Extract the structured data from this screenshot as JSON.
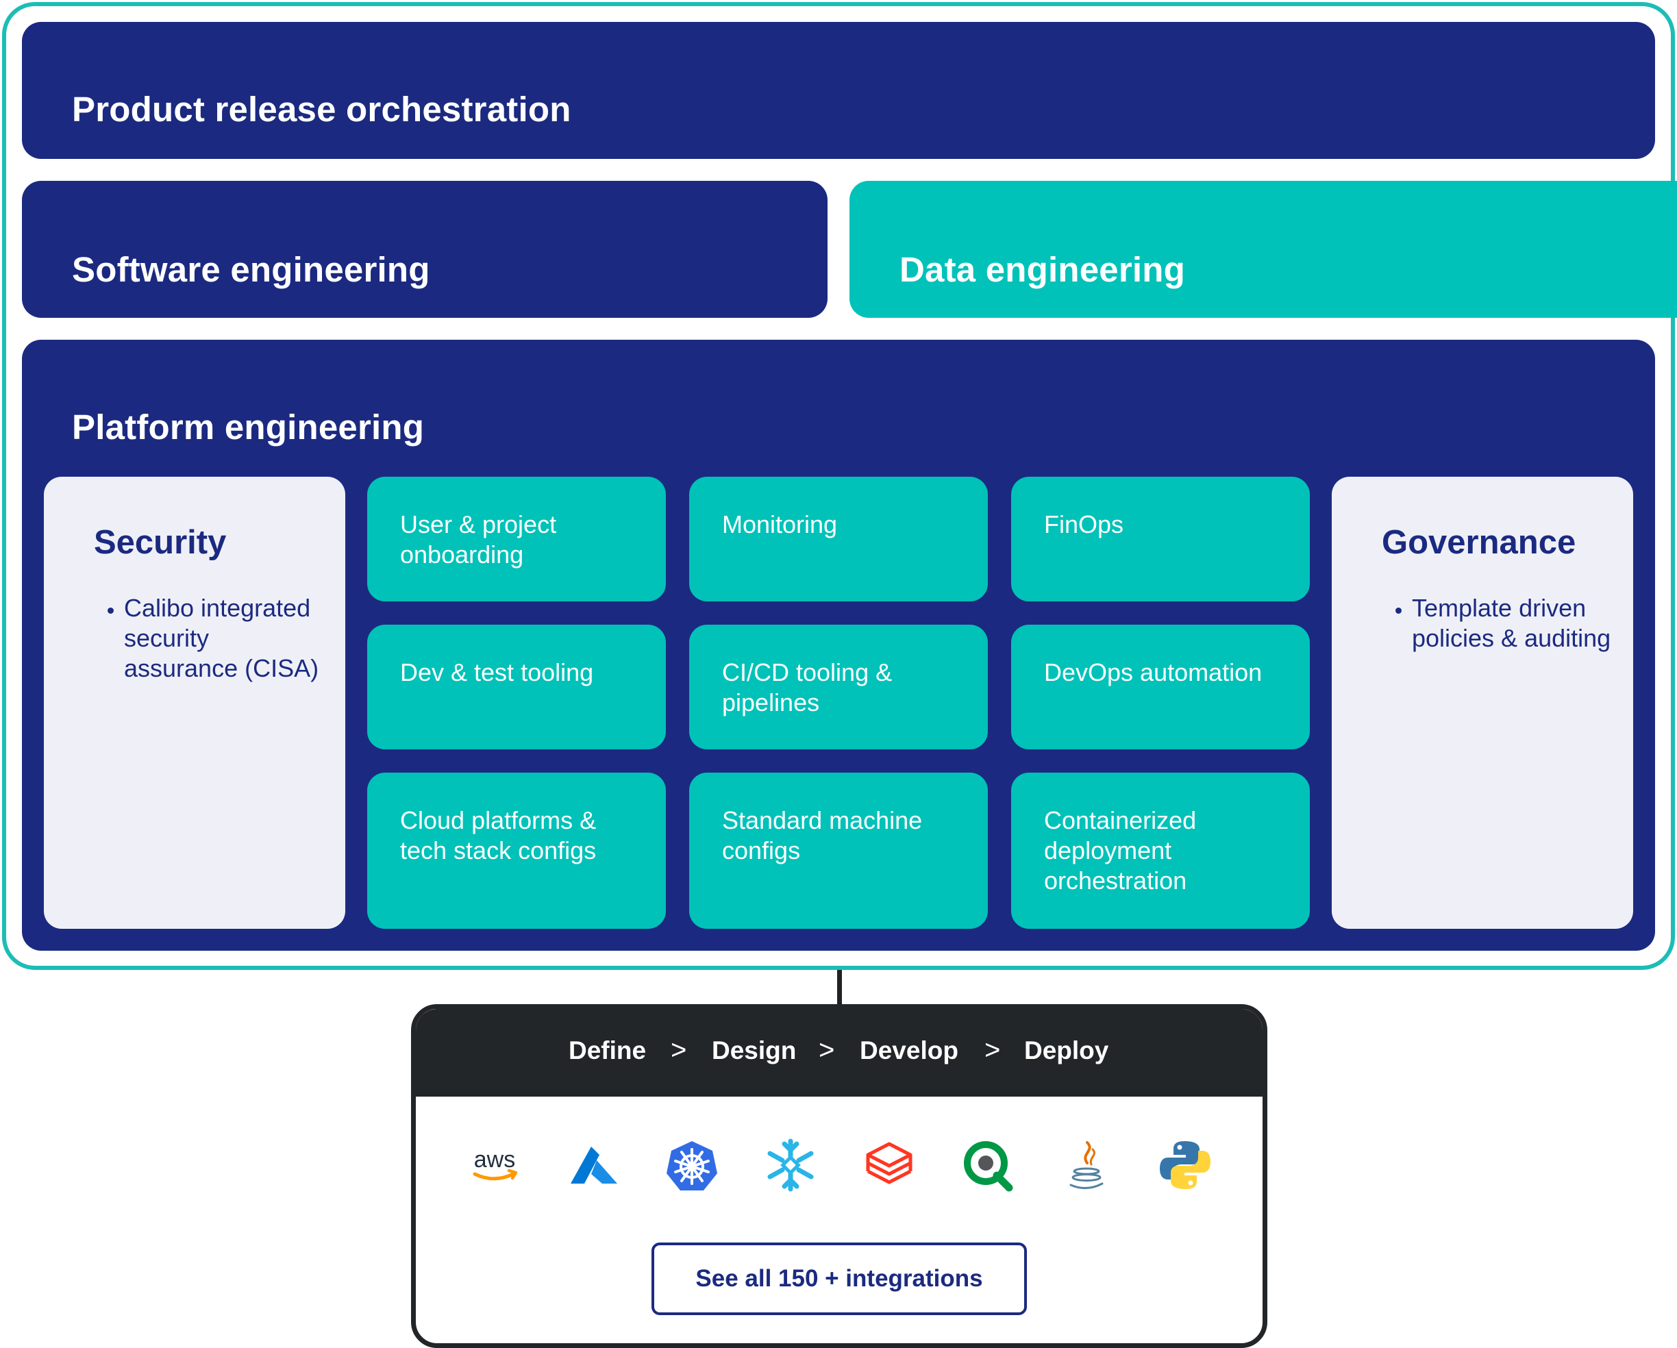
{
  "bands": {
    "release": "Product release orchestration",
    "software": "Software engineering",
    "data": "Data engineering",
    "platform": "Platform engineering"
  },
  "security": {
    "title": "Security",
    "items": [
      "Calibo integrated security assurance (CISA)"
    ]
  },
  "governance": {
    "title": "Governance",
    "items": [
      "Template driven policies & auditing"
    ]
  },
  "tiles": [
    "User & project onboarding",
    "Monitoring",
    "FinOps",
    "Dev & test tooling",
    "CI/CD  tooling & pipelines",
    "DevOps automation",
    "Cloud platforms & tech stack configs",
    "Standard machine configs",
    "Containerized deployment orchestration"
  ],
  "lifecycle": {
    "stages": [
      "Define",
      "Design",
      "Develop",
      "Deploy"
    ],
    "separator": ">"
  },
  "integrations": {
    "logos": [
      "aws-icon",
      "azure-icon",
      "kubernetes-icon",
      "snowflake-icon",
      "databricks-icon",
      "qlik-icon",
      "java-icon",
      "python-icon"
    ],
    "aws_text": "aws",
    "button_label": "See all 150 + integrations"
  },
  "colors": {
    "navy": "#1b2a80",
    "teal": "#00c2b9",
    "frame": "#1cbdb6",
    "dark": "#222628",
    "card_bg": "#eff0f7"
  }
}
